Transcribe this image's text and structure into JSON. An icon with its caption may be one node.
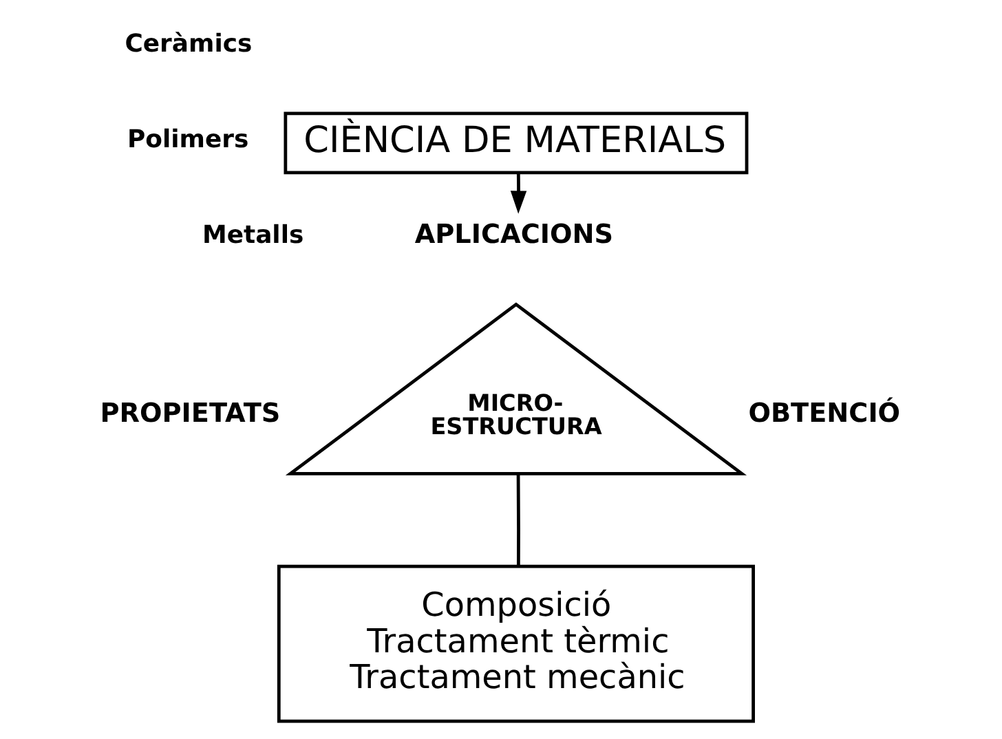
{
  "diagram": {
    "nodes": [
      {
        "text": [
          "CIÈNCIA DE MATERIALS"
        ]
      },
      {
        "text": [
          "APLICACIONS"
        ]
      },
      {
        "text": [
          "MICRO- ESTRUCTURA"
        ],
        "beside": [
          "PROPIETATS",
          "OBTENCIÓ"
        ]
      },
      {
        "text": [
          "Composició",
          "Tractament tèrmic",
          "Tractament mecànic"
        ]
      }
    ],
    "edges": [
      {
        "from": 0,
        "to": 1,
        "arrow": "to"
      },
      {
        "from": 2,
        "to": 3,
        "arrow": "none"
      }
    ],
    "labels": [
      "Ceràmics",
      "Polimers",
      "Metalls"
    ]
  }
}
